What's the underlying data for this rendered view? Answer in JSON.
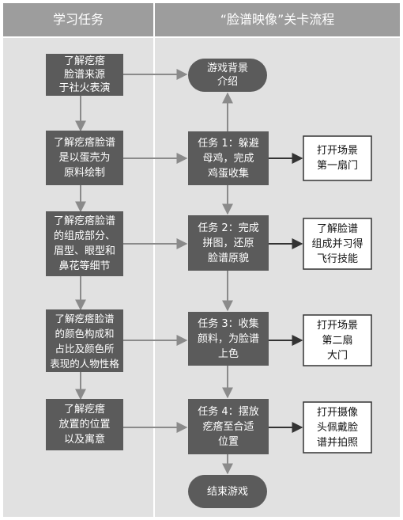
{
  "headers": {
    "left": "学习任务",
    "right": "“脸谱映像”关卡流程"
  },
  "learning_tasks": [
    "了解疙瘩\n脸谱来源\n于社火表演",
    "了解疙瘩脸谱\n是以蛋壳为\n原料绘制",
    "了解疙瘩脸谱\n的组成部分、\n眉型、眼型和\n鼻花等细节",
    "了解疙瘩脸谱\n的颜色构成和\n占比及颜色所\n表现的人物性格",
    "了解疙瘩\n放置的位置\n以及寓意"
  ],
  "flow": {
    "start": "游戏背景\n介绍",
    "tasks": [
      "任务 1：躲避\n母鸡，完成\n鸡蛋收集",
      "任务 2：完成\n拼图，还原\n脸谱原貌",
      "任务 3：收集\n颜料，为脸谱\n上色",
      "任务 4：摆放\n疙瘩至合适\n位置"
    ],
    "end": "结束游戏"
  },
  "outcomes": [
    "打开场景\n第一扇门",
    "了解脸谱\n组成并习得\n飞行技能",
    "打开场景\n第二扇\n大门",
    "打开摄像\n头佩戴脸\n谱并拍照"
  ],
  "colors": {
    "panel_header": "#9d9d9d",
    "panel_body": "#e1e1e1",
    "divider": "#ffffff",
    "box_dark": "#5b5b5b",
    "outcome_fill": "#ffffff",
    "outcome_stroke": "#333333",
    "arrow": "#8a8a8a",
    "arrow_dark": "#333333"
  }
}
